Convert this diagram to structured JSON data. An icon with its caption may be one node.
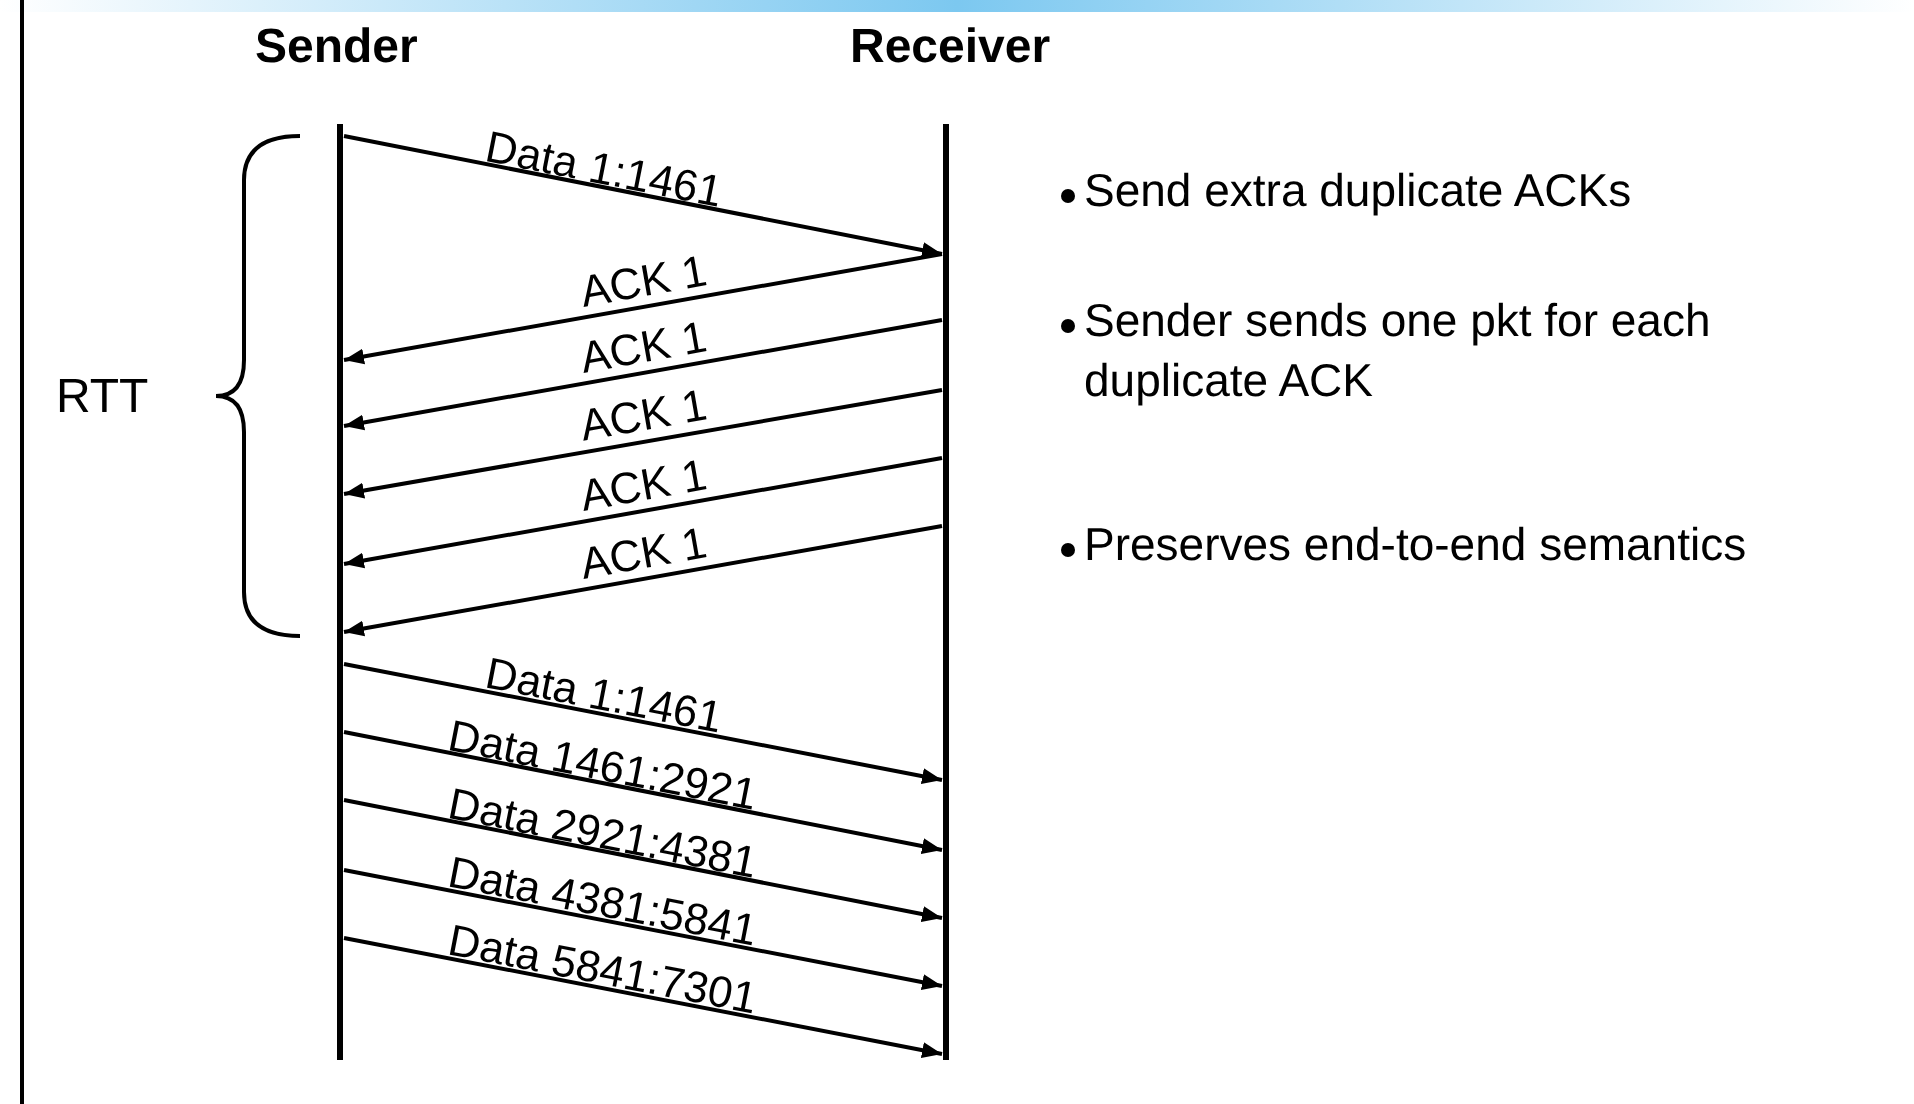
{
  "diagram": {
    "nodes": [
      {
        "text": [
          "Sender"
        ]
      },
      {
        "text": [
          "Receiver"
        ]
      }
    ],
    "edges": [
      {
        "from": 0,
        "to": 1,
        "arrow": "to",
        "label": "Data 1:1461"
      },
      {
        "from": 1,
        "to": 0,
        "arrow": "to",
        "label": "ACK 1"
      },
      {
        "from": 1,
        "to": 0,
        "arrow": "to",
        "label": "ACK 1"
      },
      {
        "from": 1,
        "to": 0,
        "arrow": "to",
        "label": "ACK 1"
      },
      {
        "from": 1,
        "to": 0,
        "arrow": "to",
        "label": "ACK 1"
      },
      {
        "from": 1,
        "to": 0,
        "arrow": "to",
        "label": "ACK 1"
      },
      {
        "from": 0,
        "to": 1,
        "arrow": "to",
        "label": "Data 1:1461"
      },
      {
        "from": 0,
        "to": 1,
        "arrow": "to",
        "label": "Data 1461:2921"
      },
      {
        "from": 0,
        "to": 1,
        "arrow": "to",
        "label": "Data 2921:4381"
      },
      {
        "from": 0,
        "to": 1,
        "arrow": "to",
        "label": "Data 4381:5841"
      },
      {
        "from": 0,
        "to": 1,
        "arrow": "to",
        "label": "Data 5841:7301"
      }
    ],
    "labels": [
      "RTT",
      "Send extra duplicate ACKs",
      "Sender sends one pkt for each duplicate ACK",
      "Preserves end-to-end semantics"
    ]
  }
}
